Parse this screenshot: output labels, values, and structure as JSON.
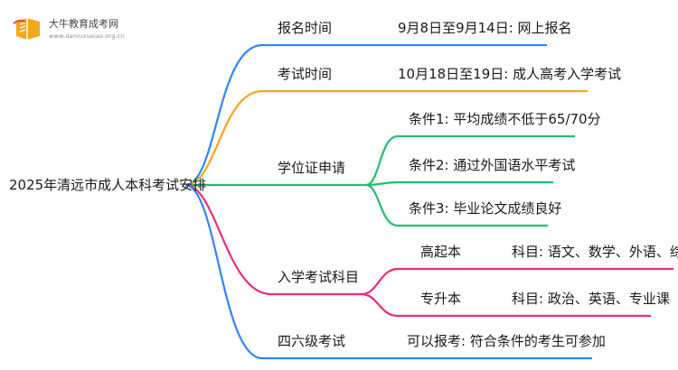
{
  "logo": {
    "title": "大牛教育成考网",
    "url": "www.daniuxueiao.org.cn"
  },
  "root": "2025年清远市成人本科考试安排",
  "branches": {
    "registration": {
      "label": "报名时间",
      "detail": "9月8日至9月14日: 网上报名",
      "color": "#2f86f6"
    },
    "exam_time": {
      "label": "考试时间",
      "detail": "10月18日至19日: 成人高考入学考试",
      "color": "#f0a81c"
    },
    "degree": {
      "label": "学位证申请",
      "color": "#1fbf6f",
      "conditions": [
        "条件1: 平均成绩不低于65/70分",
        "条件2: 通过外国语水平考试",
        "条件3: 毕业论文成绩良好"
      ]
    },
    "subjects": {
      "label": "入学考试科目",
      "color": "#ee2a7b",
      "items": [
        {
          "level": "高起本",
          "detail": "科目: 语文、数学、外语、综合"
        },
        {
          "level": "专升本",
          "detail": "科目: 政治、英语、专业课"
        }
      ]
    },
    "cet": {
      "label": "四六级考试",
      "detail": "可以报考: 符合条件的考生可参加",
      "color": "#2f86f6"
    }
  }
}
